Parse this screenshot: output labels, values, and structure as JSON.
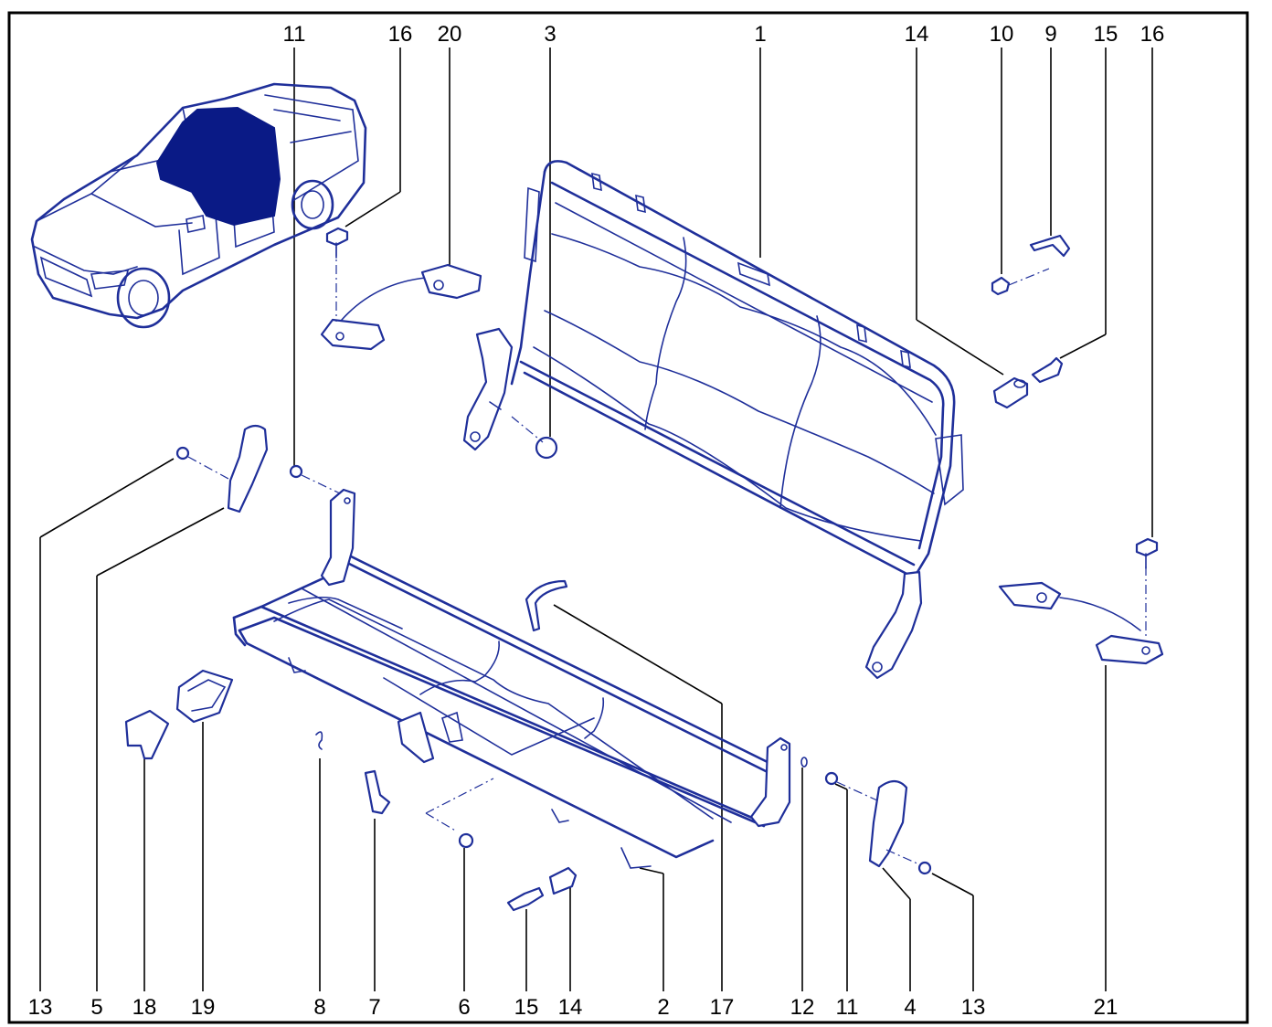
{
  "colors": {
    "ink": "#1f2f9a",
    "seat_highlight": "#0a1a86",
    "frame": "#000000",
    "leader": "#000000"
  },
  "labels": {
    "top": {
      "l11": "11",
      "l16a": "16",
      "l20": "20",
      "l3": "3",
      "l1": "1",
      "l14": "14",
      "l10": "10",
      "l9": "9",
      "l15": "15",
      "l16b": "16"
    },
    "bottom": {
      "l13a": "13",
      "l5": "5",
      "l18": "18",
      "l19": "19",
      "l8": "8",
      "l7": "7",
      "l6": "6",
      "l15": "15",
      "l14": "14",
      "l2": "2",
      "l17": "17",
      "l12": "12",
      "l11": "11",
      "l4": "4",
      "l13b": "13",
      "l21": "21"
    }
  }
}
